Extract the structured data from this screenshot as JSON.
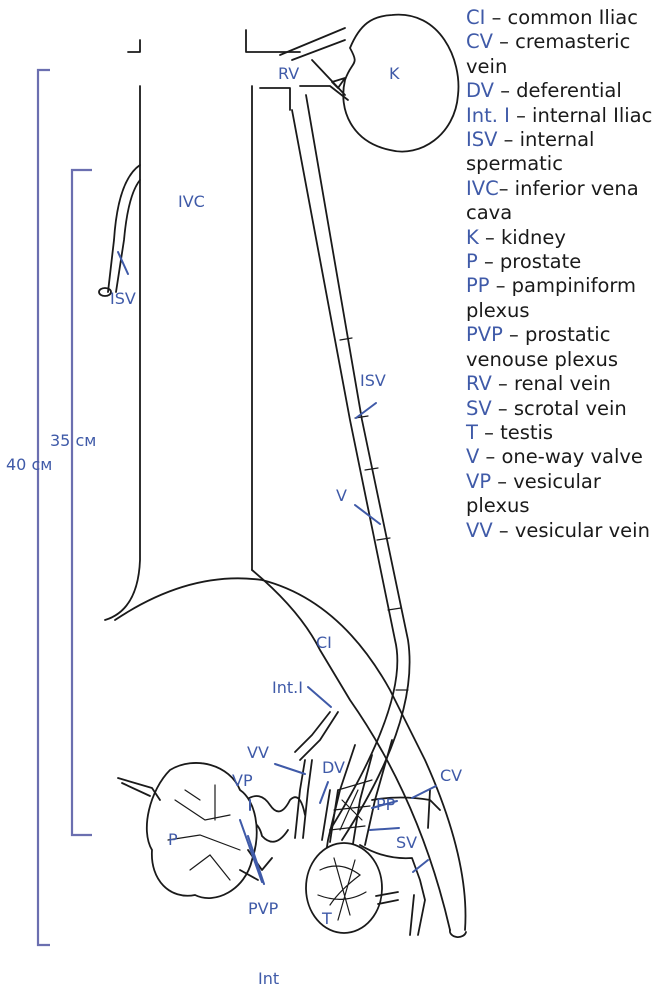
{
  "colors": {
    "label": "#3f5aa8",
    "bracket": "#6b6fb0",
    "line": "#1a1a1a"
  },
  "labels": {
    "rv": "RV",
    "k": "K",
    "ivc": "IVC",
    "isv_left": "ISV",
    "isv_right": "ISV",
    "v": "V",
    "ci": "CI",
    "int_i": "Int.I",
    "vv": "VV",
    "vp": "VP",
    "dv": "DV",
    "cv": "CV",
    "pp": "PP",
    "p": "P",
    "pvp": "PVP",
    "sv": "SV",
    "t": "T",
    "int": "Int",
    "dim_35": "35 см",
    "dim_40": "40 см"
  },
  "legend": [
    {
      "abbr": "CI",
      "text": " – common Iliac"
    },
    {
      "abbr": "CV",
      "text": " – cremasteric vein"
    },
    {
      "abbr": "DV",
      "text": " – deferential"
    },
    {
      "abbr": "Int. I",
      "text": " – internal Iliac"
    },
    {
      "abbr": "ISV",
      "text": " – internal spermatic"
    },
    {
      "abbr": "IVC",
      "text": "– inferior vena cava"
    },
    {
      "abbr": "K",
      "text": " – kidney"
    },
    {
      "abbr": "P",
      "text": " – prostate"
    },
    {
      "abbr": "PP",
      "text": " – pampiniform plexus"
    },
    {
      "abbr": "PVP",
      "text": " – prostatic venouse plexus"
    },
    {
      "abbr": "RV",
      "text": " – renal vein"
    },
    {
      "abbr": "SV",
      "text": " – scrotal vein"
    },
    {
      "abbr": "T",
      "text": " – testis"
    },
    {
      "abbr": "V",
      "text": " – one-way valve"
    },
    {
      "abbr": "VP",
      "text": " – vesicular plexus"
    },
    {
      "abbr": "VV",
      "text": " – vesicular vein"
    }
  ]
}
